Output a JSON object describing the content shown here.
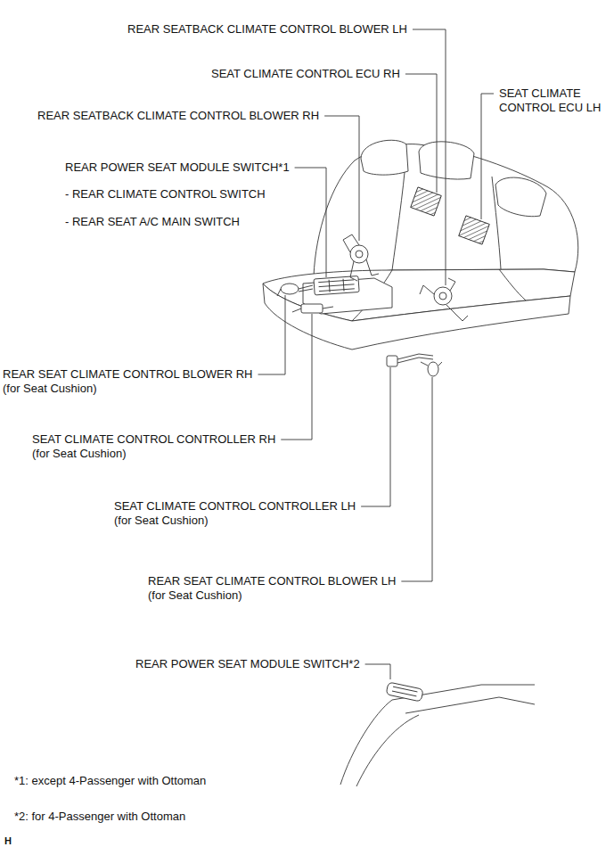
{
  "diagram": {
    "labels": [
      "REAR SEATBACK CLIMATE CONTROL BLOWER LH",
      "SEAT CLIMATE CONTROL ECU RH",
      "SEAT CLIMATE CONTROL ECU LH",
      "REAR SEATBACK CLIMATE CONTROL BLOWER RH",
      "REAR POWER SEAT MODULE SWITCH*1",
      "- REAR CLIMATE CONTROL SWITCH",
      "- REAR SEAT A/C MAIN SWITCH",
      "REAR SEAT CLIMATE CONTROL BLOWER RH (for Seat Cushion)",
      "SEAT CLIMATE CONTROL CONTROLLER RH (for Seat Cushion)",
      "SEAT CLIMATE CONTROL CONTROLLER LH (for Seat Cushion)",
      "REAR SEAT CLIMATE CONTROL BLOWER LH (for Seat Cushion)",
      "REAR POWER SEAT MODULE SWITCH*2",
      "*1: except 4-Passenger with Ottoman",
      "*2: for 4-Passenger with Ottoman",
      "H"
    ]
  }
}
